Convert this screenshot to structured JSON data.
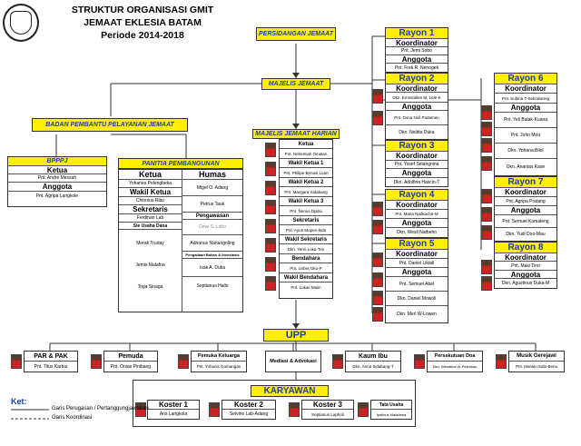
{
  "title": {
    "line1": "STRUKTUR ORGANISASI GMIT",
    "line2": "JEMAAT EKLESIA BATAM",
    "line3": "Periode 2014-2018"
  },
  "persidangan": "PERSIDANGAN JEMAAT",
  "majelis": "MAJELIS JEMAAT",
  "mjh": {
    "title": "MAJELIS JEMAAT HARIAN",
    "rows": [
      {
        "role": "Ketua",
        "name": "Pnt. Nehemiah Oinatan"
      },
      {
        "role": "Wakil Ketua 1",
        "name": "Pnt. Philipe Benasi Luan"
      },
      {
        "role": "Wakil Ketua 2",
        "name": "Pnt. Mangara Sidabang"
      },
      {
        "role": "Wakil Ketua 3",
        "name": "Pnt. Nerius Djaha"
      },
      {
        "role": "Sekretaris",
        "name": "Pnt. Ayun Mopen-leda"
      },
      {
        "role": "Wakil Sekretaris",
        "name": "Dkn. Yerni Loka-Ton"
      },
      {
        "role": "Bendahara",
        "name": "Pnt. Lisbet Oko-P"
      },
      {
        "role": "Wakil Bendahara",
        "name": "Pnt. Lukas Maiin"
      }
    ]
  },
  "bppj": {
    "title": "BADAN PEMBANTU PELAYANAN JEMAAT",
    "sub": "BPPPJ",
    "ketua_label": "Ketua",
    "ketua_name": "Pnt. Andre Messah",
    "anggota_label": "Anggota",
    "anggota_name": "Pnt. Agripa Langkole"
  },
  "panitia": {
    "title": "PANITIA PEMBANGUNAN",
    "ketua_label": "Ketua",
    "ketua_name": "Yohanes Pelengbeka",
    "wakil_label": "Wakil Ketua",
    "wakil_name": "Chinnius Ribu",
    "sek_label": "Sekretaris",
    "sek_name": "Ferdinan Lab",
    "dana_label": "Sie Usaha Dana",
    "dana_names": [
      "Merak Truday",
      "Jemis Malafna",
      "Toga Sinaga"
    ],
    "humas_label": "Humas",
    "humas_names": [
      "Migel O. Adang",
      "Petrus Tauk",
      "Dewi S. Lobo"
    ],
    "pengawasan_label": "Pengawasan",
    "pengawasan_names": [
      "Adrianus Nanangoling"
    ],
    "bahan_label": "Pengadaan Bahan & Investasis",
    "bahan_names": [
      "Isak A. Duka",
      "Septianus Hallo"
    ]
  },
  "rayon1": {
    "title": "Rayon 1",
    "koor": "Koordinator",
    "koor_name": "Pnt. Jemi Sobo",
    "ang": "Anggota",
    "ang_name": "Pnt. Frek R. Nenogeti"
  },
  "rayon2": {
    "title": "Rayon 2",
    "koor": "Koordinator",
    "koor_name": "Dkn. Emmitallen M. Lele-K",
    "ang": "Anggota",
    "names": [
      "Pnt. Dona Noil Padamen",
      "Dkn. Noldta Duka"
    ]
  },
  "rayon3": {
    "title": "Rayon 3",
    "koor": "Koordinator",
    "koor_name": "Pnt. Yosef Selangnina",
    "ang": "Anggota",
    "ang_name": "Dkn. Adolfina Hascin-T"
  },
  "rayon4": {
    "title": "Rayon 4",
    "koor": "Koordinator",
    "koor_name": "Pnt. Maria Nadkacha-M",
    "ang": "Anggota",
    "ang_name": "Dkn. Wesli Natbeho"
  },
  "rayon5": {
    "title": "Rayon 5",
    "koor": "Koordinator",
    "koor_name": "Pnt. Daniel Liktali",
    "ang": "Anggota",
    "names": [
      "Pnt. Semuel Abel",
      "Dkn. Daniel Mowoli",
      "Dkn. Merl W-Lowen"
    ]
  },
  "rayon6": {
    "title": "Rayon 6",
    "koor": "Koordinator",
    "koor_name": "Pnt. Subina T-Sekowaring",
    "ang": "Anggota",
    "names": [
      "Pnt. Yeli Balak-Kuana",
      "Pnt. John Mou",
      "Dkn. Yohana Bilol",
      "Dkn. Ananias Kase"
    ]
  },
  "rayon7": {
    "title": "Rayon 7",
    "koor": "Koordinator",
    "koor_name": "Pnt. Agripa Pratang",
    "ang": "Anggota",
    "names": [
      "Pnt. Semuel Komaleng",
      "Dkn. Yudi Doo-Mau"
    ]
  },
  "rayon8": {
    "title": "Rayon 8",
    "koor": "Koordinator",
    "koor_name": "Pnt. Maxi Tino",
    "ang": "Anggota",
    "ang_name": "Dkn. Agustinus Duka-M"
  },
  "upp": {
    "title": "UPP",
    "units": [
      {
        "label": "PAR & PAK",
        "name": "Pnt. Titus Karbui"
      },
      {
        "label": "Pemuda",
        "name": "Pnt. Onias Pinibang"
      },
      {
        "label": "Pemuka Keluarga",
        "name": "Pnt. Yohanis Gomangan"
      },
      {
        "label": "Mediasi & Advokasi",
        "name": ""
      },
      {
        "label": "Kaum Ibu",
        "name": "Dkn. Anna Sidabang-T"
      },
      {
        "label": "Persekutuan Doa",
        "name": "Dkn. Wenalina W-Pelenkau"
      },
      {
        "label": "Musik Gerejawi",
        "name": "Pnt. Marwin Sabi-Benu"
      }
    ]
  },
  "karyawan": {
    "title": "KARYAWAN",
    "items": [
      {
        "label": "Koster 1",
        "name": "Aris Langkola"
      },
      {
        "label": "Koster 2",
        "name": "Selvino Lab-Adang"
      },
      {
        "label": "Koster 3",
        "name": "Septianus Lapholi"
      },
      {
        "label": "Tata Usaha",
        "name": "Ipalinus Malafama"
      }
    ]
  },
  "legend": {
    "title": "Ket:",
    "solid": "Garis Perugasan / Pertanggungjawaban",
    "dashed": "Garis Koordinasi"
  }
}
